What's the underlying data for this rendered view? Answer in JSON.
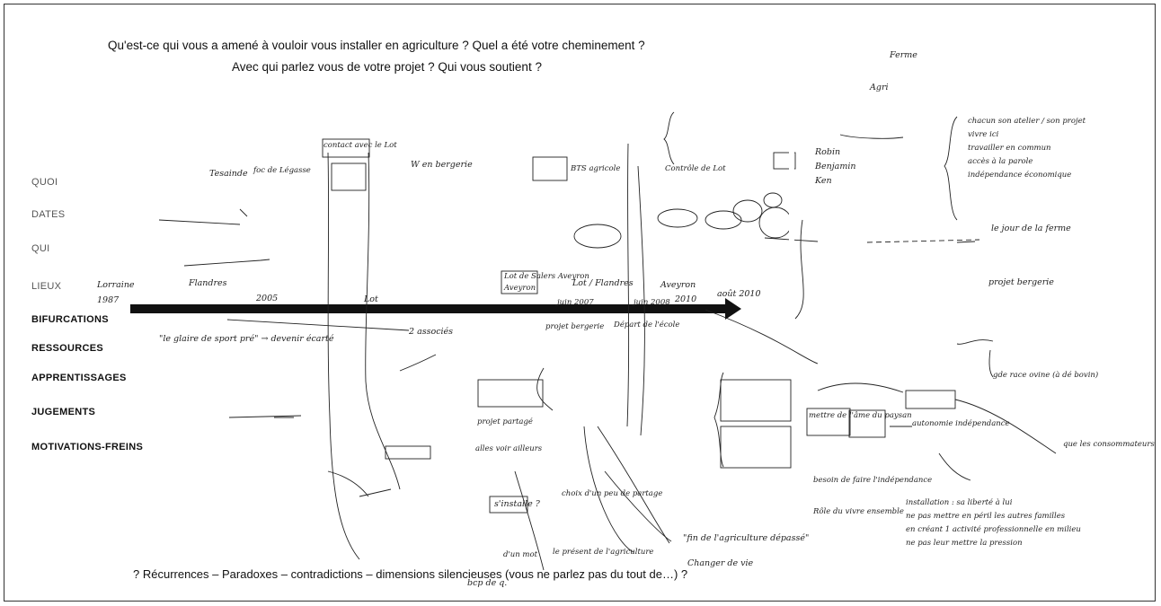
{
  "header": {
    "question_1": "Qu'est-ce qui vous a amené à vouloir vous installer en agriculture ? Quel a été votre cheminement ?",
    "question_2": "Avec qui parlez vous de votre projet ? Qui vous soutient ?",
    "question_3": "? Récurrences – Paradoxes – contradictions – dimensions silencieuses (vous ne parlez pas du tout de…) ?"
  },
  "rows": [
    {
      "label": "QUOI"
    },
    {
      "label": "DATES"
    },
    {
      "label": "QUI"
    },
    {
      "label": "LIEUX"
    },
    {
      "label": "BIFURCATIONS"
    },
    {
      "label": "RESSOURCES"
    },
    {
      "label": "APPRENTISSAGES"
    },
    {
      "label": "JUGEMENTS"
    },
    {
      "label": "MOTIVATIONS-FREINS"
    }
  ],
  "notes": {
    "n01": "Tesainde",
    "n02": "foc de Légasse",
    "n03": "contact avec le Lot",
    "n04": "W en bergerie",
    "n05": "BTS agricole",
    "n06": "Contrôle de Lot",
    "n07": "Lorraine",
    "n08": "1987",
    "n09": "Flandres",
    "n10": "2005",
    "n11": "Lot",
    "n12": "Lot / Flandres",
    "n13": "Aveyron",
    "n14": "juin 2007",
    "n15": "juin 2008",
    "n16": "2010",
    "n17": "Aveyron",
    "n18": "août 2010",
    "n19": "Lot de Salers Aveyron",
    "n20": "projet bergerie",
    "n21": "Départ de l'école",
    "n22": "\"le glaire de sport pré\" → devenir écarté",
    "n23": "2 associés",
    "n24": "projet partagé",
    "n25": "s'installe ?",
    "n26": "\"fin de l'agriculture dépassé\"",
    "n27": "Changer de vie",
    "n28": "bcp de q.",
    "n29": "Robin",
    "n30": "Benjamin",
    "n31": "Ken",
    "n32": "Ferme",
    "n33": "Agri",
    "n34": "chacun son atelier / son projet",
    "n35": "vivre ici",
    "n36": "travailler en commun",
    "n37": "accès à la parole",
    "n38": "indépendance économique",
    "n39": "le jour de la ferme",
    "n40": "projet bergerie",
    "n41": "gde race ovine (à dé bovin)",
    "n42": "que les consommateurs (lesquels) soient aussi libres",
    "n43": "autonomie indépendance",
    "n44": "mettre de l'âme du paysan",
    "n45": "besoin de faire l'indépendance",
    "n46": "installation : sa liberté à lui",
    "n47": "ne pas mettre en péril les autres familles",
    "n48": "en créant 1 activité professionnelle en milieu",
    "n49": "ne pas leur mettre la pression",
    "n50": "Rôle du vivre ensemble",
    "n51": "alles voir ailleurs",
    "n52": "choix d'un peu de partage",
    "n53": "le présent de l'agriculture",
    "n54": "d'un mot"
  }
}
